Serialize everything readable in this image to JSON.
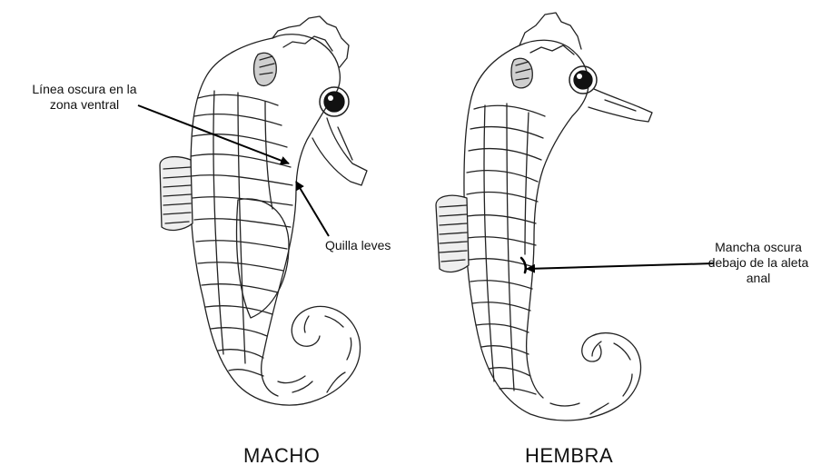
{
  "labels": {
    "linea_ventral": [
      "Línea oscura en la",
      "zona ventral"
    ],
    "quilla": "Quilla leves",
    "mancha": [
      "Mancha oscura",
      "debajo de la aleta",
      "anal"
    ]
  },
  "captions": {
    "male": "MACHO",
    "female": "HEMBRA"
  }
}
